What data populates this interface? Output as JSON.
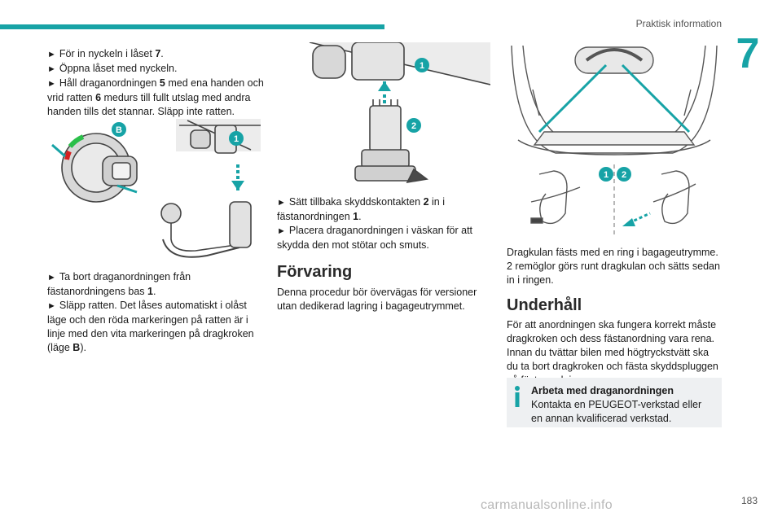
{
  "header": {
    "section_title": "Praktisk information",
    "chapter_number": "7"
  },
  "col1": {
    "step1_a": "För in nyckeln i låset ",
    "step1_b": "7",
    "step1_c": ".",
    "step2": "Öppna låset med nyckeln.",
    "step3_a": "Håll draganordningen ",
    "step3_b": "5",
    "step3_c": " med ena handen och vrid ratten ",
    "step3_d": "6",
    "step3_e": " medurs till fullt utslag med andra handen tills det stannar. Släpp inte ratten.",
    "fig_label_b": "B",
    "fig_label_1": "1",
    "step4_a": "Ta bort draganordningen från fästanordningens bas ",
    "step4_b": "1",
    "step4_c": ".",
    "step5_a": "Släpp ratten. Det låses automatiskt i olåst läge och den röda markeringen på ratten är i linje med den vita markeringen på dragkroken (läge ",
    "step5_b": "B",
    "step5_c": ")."
  },
  "col2": {
    "fig_label_1": "1",
    "fig_label_2": "2",
    "step1_a": "Sätt tillbaka skyddskontakten ",
    "step1_b": "2",
    "step1_c": " in i fästanordningen ",
    "step1_d": "1",
    "step1_e": ".",
    "step2": "Placera draganordningen i väskan för att skydda den mot stötar och smuts.",
    "heading": "Förvaring",
    "para": "Denna procedur bör övervägas för versioner utan dedikerad lagring i bagageutrymmet."
  },
  "col3": {
    "fig_label_1": "1",
    "fig_label_2": "2",
    "para1": "Dragkulan fästs med en ring i bagageutrymme. 2 remöglor görs runt dragkulan och sätts sedan in i ringen.",
    "heading": "Underhåll",
    "para2": "För att anordningen ska fungera korrekt måste dragkroken och dess fästanordning vara rena. Innan du tvättar bilen med högtryckstvätt ska du ta bort dragkroken och fästa skyddspluggen på fästanordningen.",
    "info_title": "Arbeta med draganordningen",
    "info_text": "Kontakta en PEUGEOT-verkstad eller en annan kvalificerad verkstad."
  },
  "footer": {
    "page_number": "183",
    "watermark": "carmanualsonline.info"
  },
  "colors": {
    "accent": "#17a3a6",
    "info_bg": "#eef0f2"
  },
  "icons": [
    "triangle-arrow-icon",
    "info-icon"
  ]
}
